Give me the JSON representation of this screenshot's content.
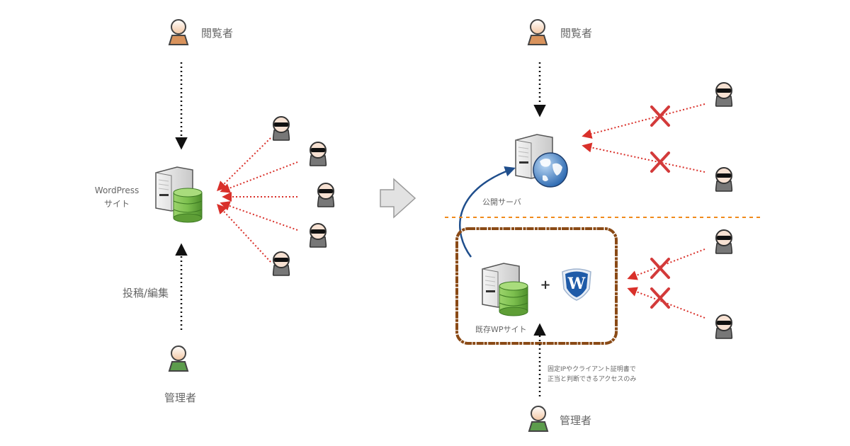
{
  "before": {
    "viewer_label": "閲覧者",
    "site_label_line1": "WordPress",
    "site_label_line2": "サイト",
    "edit_label": "投稿/編集",
    "admin_label": "管理者",
    "attacker_count": 5
  },
  "transition_arrow": "right-arrow",
  "after": {
    "viewer_label": "閲覧者",
    "public_server_label": "公開サーバ",
    "existing_site_label": "既存WPサイト",
    "plus_sign": "+",
    "wp_plugin_icon": "wordpress-shield",
    "access_note_line1": "固定IPやクライアント証明書で",
    "access_note_line2": "正当と判断できるアクセスのみ",
    "admin_label": "管理者",
    "blocked_attackers_public": 2,
    "blocked_attackers_private": 2
  },
  "colors": {
    "attack_line": "#d9302a",
    "block_x": "#d33a3a",
    "divider": "#f08a1c",
    "deploy_curve": "#1f4e8c",
    "private_box": "#8a4a16",
    "db_green": "#7cbf4e",
    "viewer_body": "#d9935c",
    "admin_body": "#5c9c4c"
  }
}
